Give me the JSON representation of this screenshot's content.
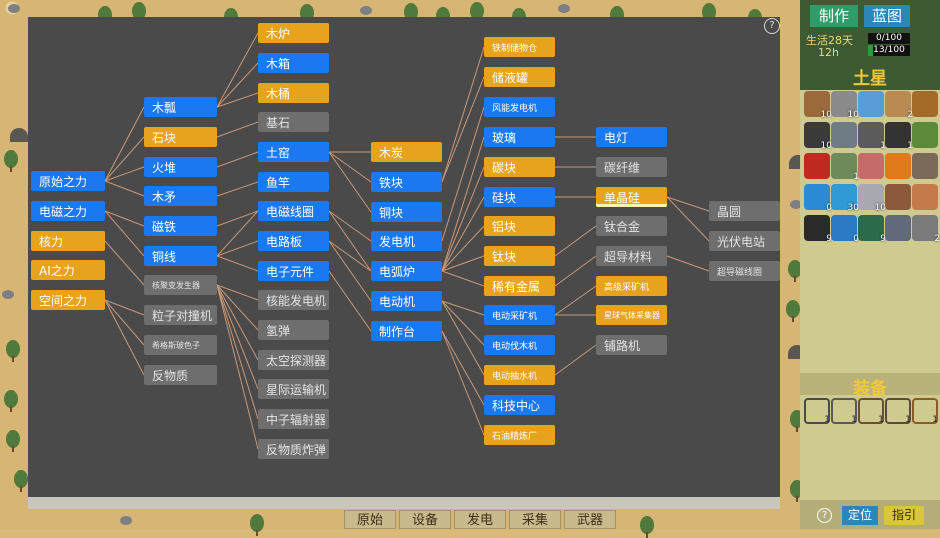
{
  "tree": {
    "help": "?",
    "nodes": [
      {
        "id": "yuanshi",
        "label": "原始之力",
        "color": "blue"
      },
      {
        "id": "dianci",
        "label": "电磁之力",
        "color": "blue"
      },
      {
        "id": "heli",
        "label": "核力",
        "color": "orange"
      },
      {
        "id": "ai",
        "label": "AI之力",
        "color": "orange"
      },
      {
        "id": "kongjian",
        "label": "空间之力",
        "color": "orange"
      },
      {
        "id": "mupiao",
        "label": "木瓢",
        "color": "blue"
      },
      {
        "id": "shikuai",
        "label": "石块",
        "color": "orange"
      },
      {
        "id": "huodui",
        "label": "火堆",
        "color": "blue"
      },
      {
        "id": "mumao",
        "label": "木矛",
        "color": "blue"
      },
      {
        "id": "citie",
        "label": "磁铁",
        "color": "blue"
      },
      {
        "id": "tongxian",
        "label": "铜线",
        "color": "blue"
      },
      {
        "id": "hejubian",
        "label": "核聚变发生器",
        "color": "gray",
        "size": "tiny"
      },
      {
        "id": "lizi",
        "label": "粒子对撞机",
        "color": "gray"
      },
      {
        "id": "xigesi",
        "label": "希格斯玻色子",
        "color": "gray",
        "size": "tiny"
      },
      {
        "id": "fanwuzhi",
        "label": "反物质",
        "color": "gray"
      },
      {
        "id": "mulu",
        "label": "木炉",
        "color": "orange"
      },
      {
        "id": "muxiang",
        "label": "木箱",
        "color": "blue"
      },
      {
        "id": "mutong",
        "label": "木桶",
        "color": "orange"
      },
      {
        "id": "jishi",
        "label": "基石",
        "color": "gray"
      },
      {
        "id": "tuyao",
        "label": "土窑",
        "color": "blue"
      },
      {
        "id": "yugan",
        "label": "鱼竿",
        "color": "blue"
      },
      {
        "id": "dianci_xq",
        "label": "电磁线圈",
        "color": "blue"
      },
      {
        "id": "dianlu",
        "label": "电路板",
        "color": "blue"
      },
      {
        "id": "dianzi",
        "label": "电子元件",
        "color": "blue"
      },
      {
        "id": "heneng",
        "label": "核能发电机",
        "color": "gray"
      },
      {
        "id": "qingdan",
        "label": "氢弹",
        "color": "gray"
      },
      {
        "id": "taikong",
        "label": "太空探测器",
        "color": "gray"
      },
      {
        "id": "xingji",
        "label": "星际运输机",
        "color": "gray"
      },
      {
        "id": "zhongzi",
        "label": "中子辐射器",
        "color": "gray"
      },
      {
        "id": "fanwuzhi_zd",
        "label": "反物质炸弹",
        "color": "gray"
      },
      {
        "id": "mutan",
        "label": "木炭",
        "color": "orange"
      },
      {
        "id": "tiekuai",
        "label": "铁块",
        "color": "blue"
      },
      {
        "id": "tongkuai",
        "label": "铜块",
        "color": "blue"
      },
      {
        "id": "fadianji",
        "label": "发电机",
        "color": "blue"
      },
      {
        "id": "dianhulu",
        "label": "电弧炉",
        "color": "blue"
      },
      {
        "id": "diandongji",
        "label": "电动机",
        "color": "blue"
      },
      {
        "id": "zhizuotai",
        "label": "制作台",
        "color": "blue"
      },
      {
        "id": "tiezhi",
        "label": "铁制储物仓",
        "color": "orange",
        "size": "small"
      },
      {
        "id": "chuye",
        "label": "储液罐",
        "color": "orange"
      },
      {
        "id": "fengneng",
        "label": "风能发电机",
        "color": "blue",
        "size": "small"
      },
      {
        "id": "boli",
        "label": "玻璃",
        "color": "blue"
      },
      {
        "id": "tankuai",
        "label": "碳块",
        "color": "orange"
      },
      {
        "id": "guikuai",
        "label": "硅块",
        "color": "blue"
      },
      {
        "id": "lvkuai",
        "label": "铝块",
        "color": "orange"
      },
      {
        "id": "taikuai",
        "label": "钛块",
        "color": "orange"
      },
      {
        "id": "xiyou",
        "label": "稀有金属",
        "color": "orange"
      },
      {
        "id": "diandong_cai",
        "label": "电动采矿机",
        "color": "blue",
        "size": "small"
      },
      {
        "id": "diandong_fa",
        "label": "电动伐木机",
        "color": "blue",
        "size": "small"
      },
      {
        "id": "diandong_chou",
        "label": "电动抽水机",
        "color": "orange",
        "size": "small"
      },
      {
        "id": "keji",
        "label": "科技中心",
        "color": "blue"
      },
      {
        "id": "shiyou",
        "label": "石油精炼厂",
        "color": "orange",
        "size": "small"
      },
      {
        "id": "diandeng",
        "label": "电灯",
        "color": "blue"
      },
      {
        "id": "tanxianwei",
        "label": "碳纤维",
        "color": "gray"
      },
      {
        "id": "danjinggui",
        "label": "单晶硅",
        "color": "orange",
        "sel": true
      },
      {
        "id": "taihejin",
        "label": "钛合金",
        "color": "gray"
      },
      {
        "id": "chaodao",
        "label": "超导材料",
        "color": "gray"
      },
      {
        "id": "gaoji",
        "label": "高级采矿机",
        "color": "orange",
        "size": "small"
      },
      {
        "id": "xingqiu",
        "label": "星球气体采集器",
        "color": "orange",
        "size": "tiny"
      },
      {
        "id": "pulu",
        "label": "铺路机",
        "color": "gray"
      },
      {
        "id": "jingyuan",
        "label": "晶圆",
        "color": "gray"
      },
      {
        "id": "guangfu",
        "label": "光伏电站",
        "color": "gray"
      },
      {
        "id": "chaodao_xq",
        "label": "超导磁线圈",
        "color": "gray",
        "size": "small"
      }
    ]
  },
  "tabs": [
    "原始",
    "设备",
    "发电",
    "采集",
    "武器"
  ],
  "sidebar": {
    "make_label": "制作",
    "blueprint_label": "蓝图",
    "days": "生活28天",
    "hours": "12h",
    "bar1": {
      "text": "0/100",
      "fraction": 0.0,
      "color": "#2f9a3c"
    },
    "bar2": {
      "text": "13/100",
      "fraction": 0.13,
      "color": "#2f9a3c"
    },
    "planet_title": "土星",
    "equip_title": "装备",
    "help": "?",
    "locate_label": "定位",
    "guide_label": "指引",
    "inventory": [
      {
        "icon": "log-icon",
        "count": "10",
        "color": "#9a6a3a"
      },
      {
        "icon": "stone-icon",
        "count": "10",
        "color": "#8a8a8a"
      },
      {
        "icon": "crystal-icon",
        "count": "",
        "color": "#5a9cd8"
      },
      {
        "icon": "plank-icon",
        "count": "2",
        "color": "#b98a52"
      },
      {
        "icon": "nuts-icon",
        "count": "",
        "color": "#a46a2a"
      },
      {
        "icon": "coal-icon",
        "count": "10",
        "color": "#3a3a3a"
      },
      {
        "icon": "furnace-icon",
        "count": "",
        "color": "#6f7c86"
      },
      {
        "icon": "pickaxe-icon",
        "count": "1",
        "color": "#5b5b5b"
      },
      {
        "icon": "hook-icon",
        "count": "1",
        "color": "#333"
      },
      {
        "icon": "vine-icon",
        "count": "",
        "color": "#5a8a3a"
      },
      {
        "icon": "apple-icon",
        "count": "",
        "color": "#c02a20"
      },
      {
        "icon": "fish-icon",
        "count": "1",
        "color": "#6e8a5a"
      },
      {
        "icon": "meat-icon",
        "count": "",
        "color": "#c76a6a"
      },
      {
        "icon": "campfire-icon",
        "count": "",
        "color": "#e07a1a"
      },
      {
        "icon": "ore-icon",
        "count": "",
        "color": "#7a6a5a"
      },
      {
        "icon": "gem-icon",
        "count": "0",
        "color": "#2c8ad6"
      },
      {
        "icon": "sphere-icon",
        "count": "30",
        "color": "#2f9ad6"
      },
      {
        "icon": "tank-icon",
        "count": "10",
        "color": "#a8a8b0"
      },
      {
        "icon": "gear-icon",
        "count": "",
        "color": "#8a5a3a"
      },
      {
        "icon": "copper-icon",
        "count": "",
        "color": "#c47a4a"
      },
      {
        "icon": "battery-icon",
        "count": "9",
        "color": "#2a2a2a"
      },
      {
        "icon": "pump-icon",
        "count": "0",
        "color": "#2a7ac6"
      },
      {
        "icon": "board-icon",
        "count": "9",
        "color": "#2b6a4a"
      },
      {
        "icon": "motor-icon",
        "count": "",
        "color": "#606a78"
      },
      {
        "icon": "drill-icon",
        "count": "2",
        "color": "#7a7a7a"
      }
    ],
    "equipment": [
      {
        "icon": "pickaxe-icon",
        "count": "1"
      },
      {
        "icon": "axe-icon",
        "count": "1"
      },
      {
        "icon": "spear-icon",
        "count": "1"
      },
      {
        "icon": "sickle-icon",
        "count": "1"
      },
      {
        "icon": "bowl-icon",
        "count": "1"
      }
    ]
  }
}
